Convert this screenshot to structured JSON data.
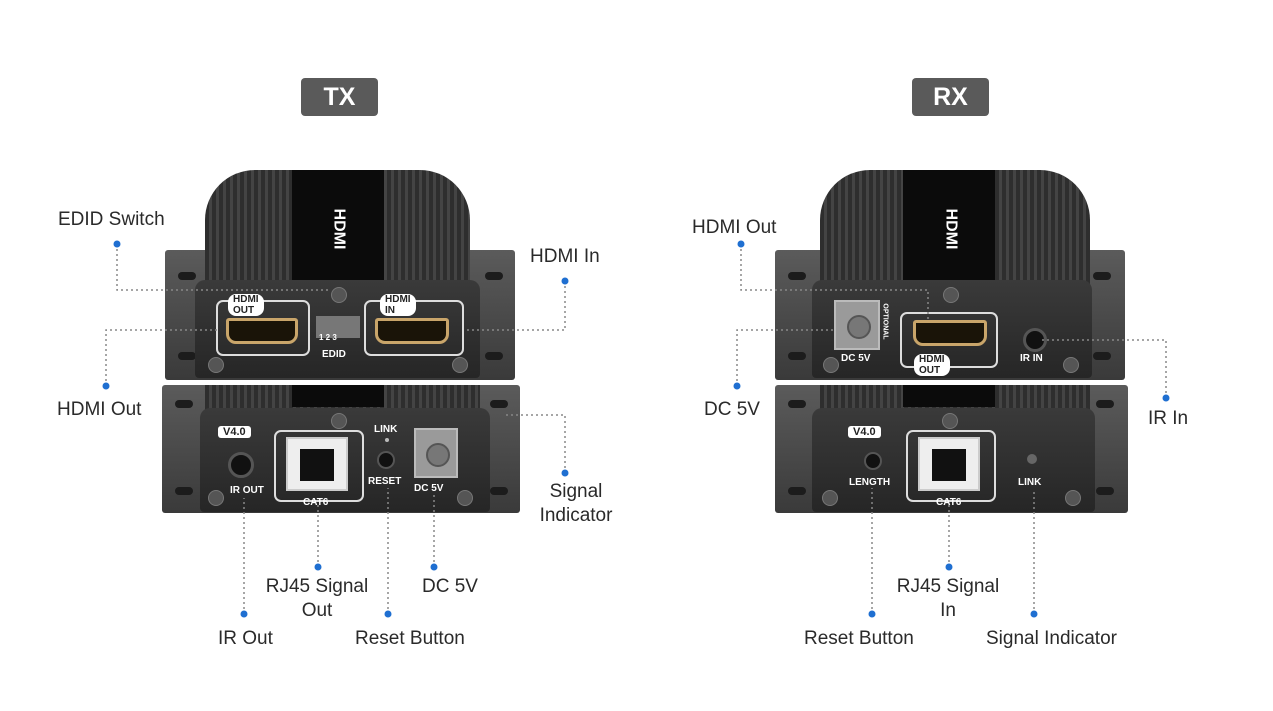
{
  "badges": {
    "tx": "TX",
    "rx": "RX"
  },
  "tx_labels": {
    "edid_switch": "EDID Switch",
    "hdmi_out": "HDMI Out",
    "hdmi_in": "HDMI In",
    "signal_indicator_1": "Signal",
    "signal_indicator_2": "Indicator",
    "ir_out": "IR Out",
    "rj45_1": "RJ45 Signal",
    "rj45_2": "Out",
    "reset": "Reset Button",
    "dc5v": "DC 5V"
  },
  "rx_labels": {
    "hdmi_out": "HDMI Out",
    "dc5v": "DC 5V",
    "ir_in": "IR In",
    "reset": "Reset Button",
    "rj45_1": "RJ45 Signal",
    "rj45_2": "In",
    "signal_indicator": "Signal Indicator"
  },
  "device_text": {
    "hdmi_out": "HDMI OUT",
    "hdmi_in": "HDMI IN",
    "edid": "EDID",
    "edid_nums": "1 2 3",
    "version": "V4.0",
    "ir_out": "IR OUT",
    "cat6": "CAT6",
    "link": "LINK",
    "reset": "RESET",
    "dc5v": "DC 5V",
    "optional": "OPTIONAL",
    "ir_in": "IR IN",
    "length": "LENGTH",
    "hdmi_logo": "HDMI"
  },
  "colors": {
    "callout": "#1f6fd1",
    "badge": "#5a5a5a"
  }
}
